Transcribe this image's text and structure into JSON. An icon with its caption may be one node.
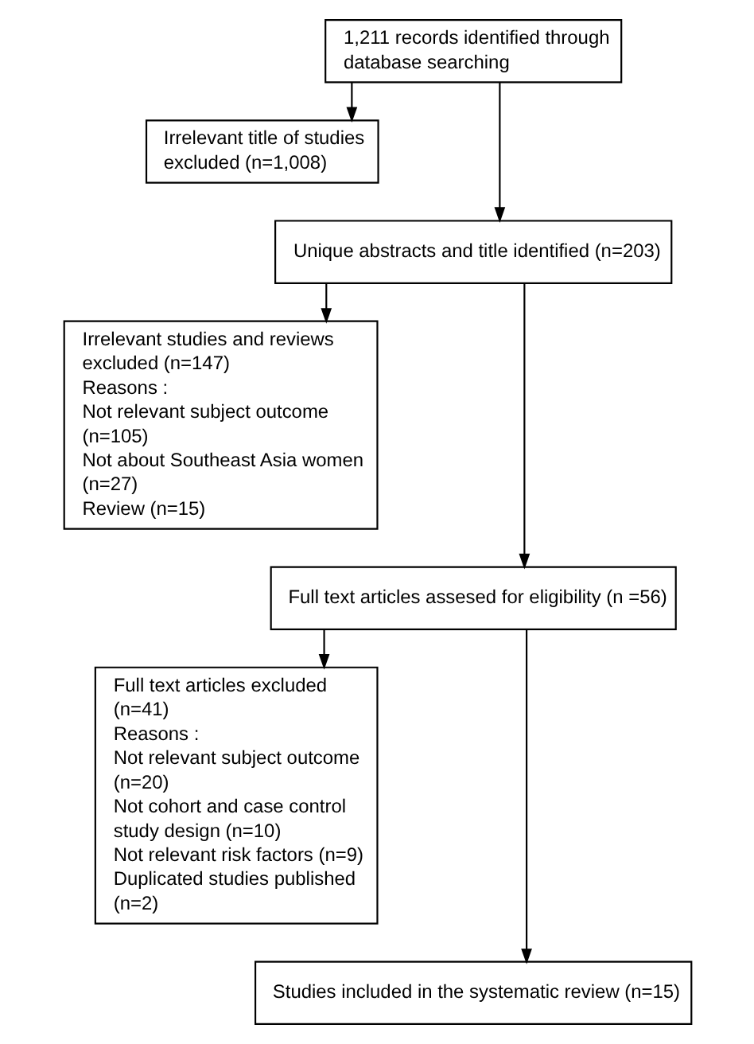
{
  "diagram": {
    "nodes": [
      {
        "text": [
          "1,211 records identified through database searching"
        ]
      },
      {
        "text": [
          "Irrelevant title of studies excluded (n=1,008)"
        ]
      },
      {
        "text": [
          "Unique abstracts and title identified (n=203)"
        ]
      },
      {
        "text": [
          "Irrelevant studies and reviews excluded (n=147)",
          "Reasons :",
          "Not relevant subject outcome (n=105)",
          "Not about Southeast Asia women (n=27)",
          "Review (n=15)"
        ]
      },
      {
        "text": [
          "Full text articles assesed for eligibility (n =56)"
        ]
      },
      {
        "text": [
          "Full text articles excluded (n=41)",
          "Reasons :",
          "Not relevant subject outcome (n=20)",
          "Not cohort and case control study design (n=10)",
          "Not relevant risk factors (n=9)",
          "Duplicated studies published (n=2)"
        ]
      },
      {
        "text": [
          "Studies included in the systematic review (n=15)"
        ]
      }
    ],
    "edges": [
      {
        "from": 0,
        "to": 2,
        "arrow": "to"
      },
      {
        "from": 0,
        "to": 1,
        "arrow": "to"
      },
      {
        "from": 2,
        "to": 4,
        "arrow": "to"
      },
      {
        "from": 2,
        "to": 3,
        "arrow": "to"
      },
      {
        "from": 4,
        "to": 6,
        "arrow": "to"
      },
      {
        "from": 4,
        "to": 5,
        "arrow": "to"
      }
    ]
  }
}
